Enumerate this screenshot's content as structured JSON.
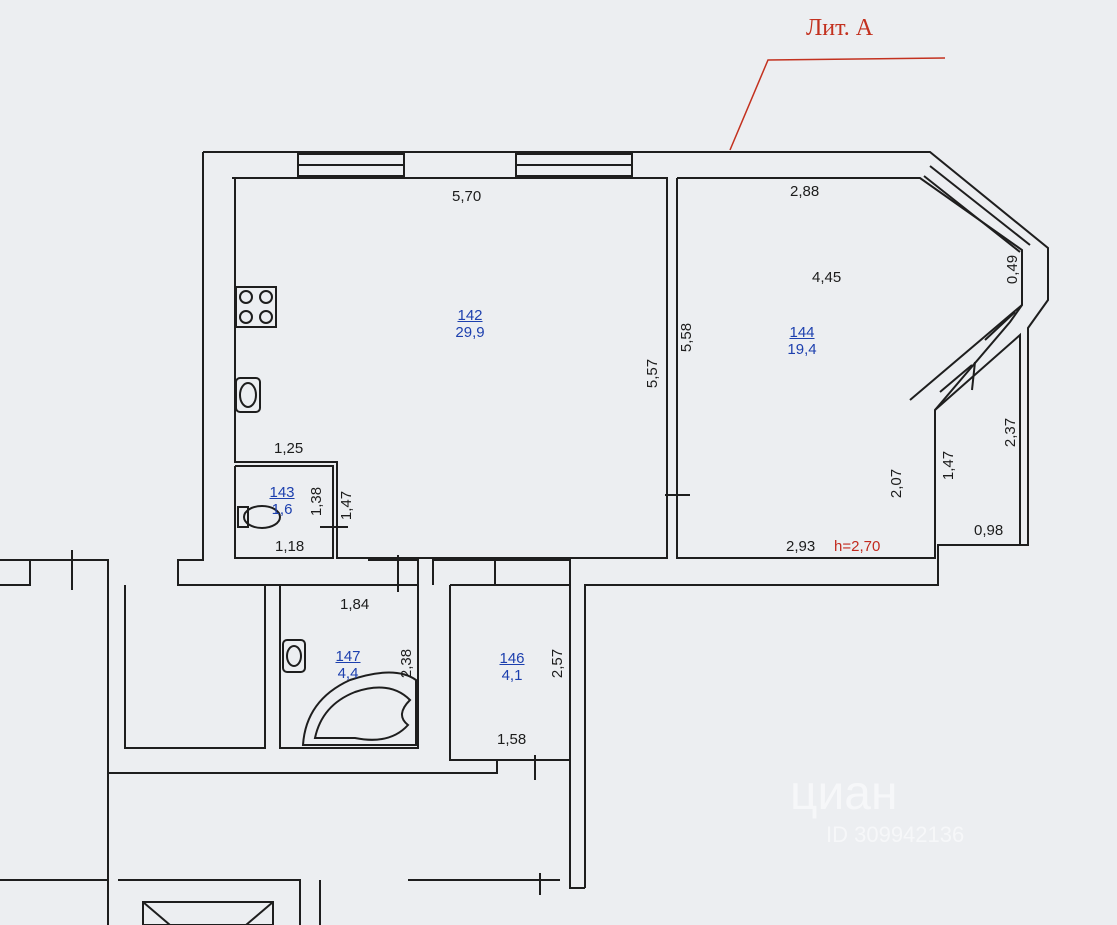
{
  "title": "Лит. А",
  "ceiling_height": "h=2,70",
  "rooms": [
    {
      "num": "142",
      "area": "29,9"
    },
    {
      "num": "143",
      "area": "1,6"
    },
    {
      "num": "144",
      "area": "19,4"
    },
    {
      "num": "146",
      "area": "4,1"
    },
    {
      "num": "147",
      "area": "4,4"
    }
  ],
  "dims": {
    "d570": "5,70",
    "d288": "2,88",
    "d445": "4,45",
    "d049": "0,49",
    "d558": "5,58",
    "d557": "5,57",
    "d237": "2,37",
    "d147a": "1,47",
    "d207": "2,07",
    "d098": "0,98",
    "d293": "2,93",
    "d125": "1,25",
    "d138": "1,38",
    "d147b": "1,47",
    "d118": "1,18",
    "d184": "1,84",
    "d238": "2,38",
    "d257": "2,57",
    "d158": "1,58"
  },
  "watermark": {
    "brand": "циан",
    "id": "ID 309942136"
  },
  "colors": {
    "background": "#eceef1",
    "wall": "#1e1e1e",
    "room_label": "#1c3fae",
    "title": "#c3311f"
  }
}
